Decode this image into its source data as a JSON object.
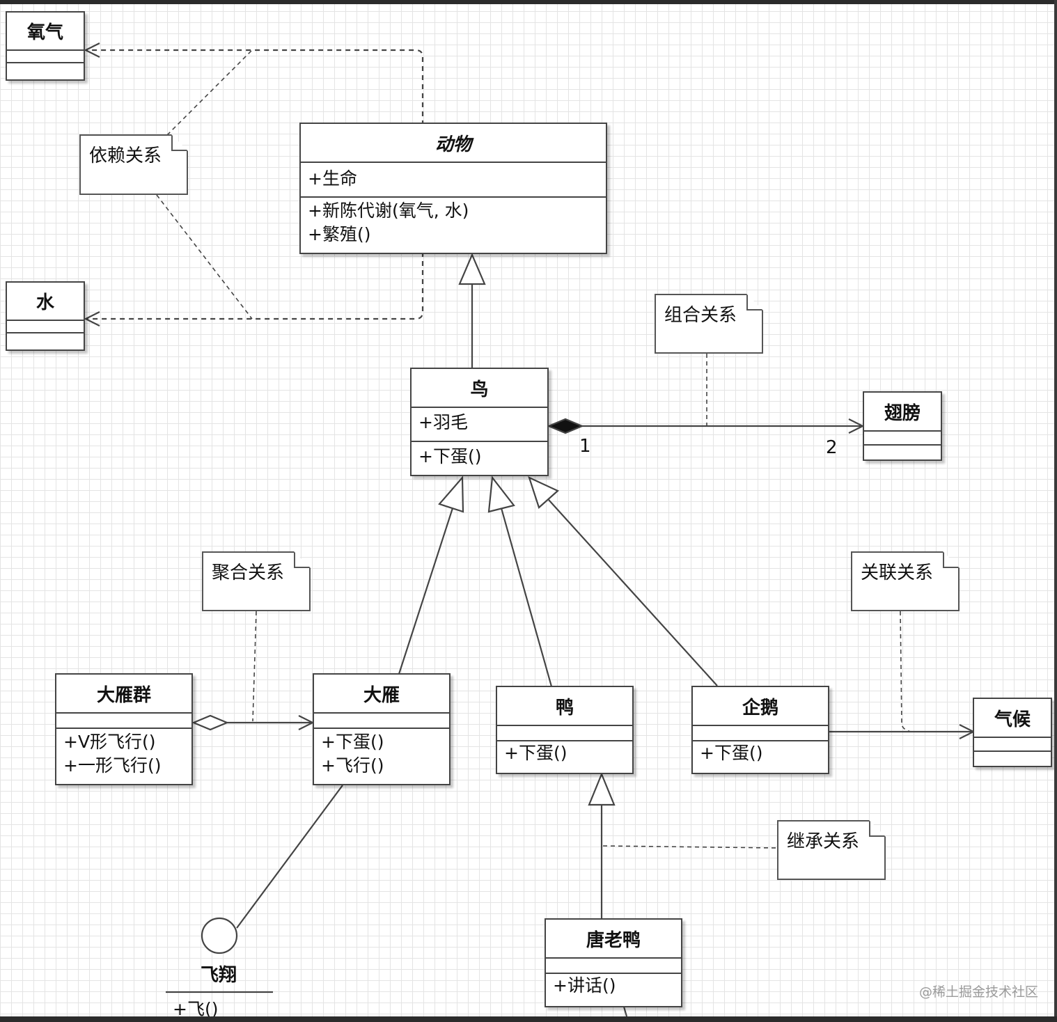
{
  "classes": {
    "oxygen": {
      "name": "氧气"
    },
    "water": {
      "name": "水"
    },
    "animal": {
      "name": "动物",
      "attributes": [
        "+生命"
      ],
      "operations": [
        "+新陈代谢(氧气, 水)",
        "+繁殖()"
      ]
    },
    "bird": {
      "name": "鸟",
      "attributes": [
        "+羽毛"
      ],
      "operations": [
        "+下蛋()"
      ]
    },
    "wing": {
      "name": "翅膀"
    },
    "goose_flock": {
      "name": "大雁群",
      "operations": [
        "+V形飞行()",
        "+一形飞行()"
      ]
    },
    "goose": {
      "name": "大雁",
      "operations": [
        "+下蛋()",
        "+飞行()"
      ]
    },
    "duck": {
      "name": "鸭",
      "operations": [
        "+下蛋()"
      ]
    },
    "penguin": {
      "name": "企鹅",
      "operations": [
        "+下蛋()"
      ]
    },
    "climate": {
      "name": "气候"
    },
    "donald": {
      "name": "唐老鸭",
      "operations": [
        "+讲话()"
      ]
    }
  },
  "notes": {
    "dependency": "依赖关系",
    "composition": "组合关系",
    "aggregation": "聚合关系",
    "association": "关联关系",
    "inheritance": "继承关系"
  },
  "multiplicity": {
    "bird_end": "1",
    "wing_end": "2"
  },
  "interface": {
    "name": "飞翔",
    "operation": "+飞()"
  },
  "watermark": "@稀土掘金技术社区",
  "colors": {
    "line": "#444444",
    "grid": "#e4e4e4",
    "background": "#ffffff"
  }
}
